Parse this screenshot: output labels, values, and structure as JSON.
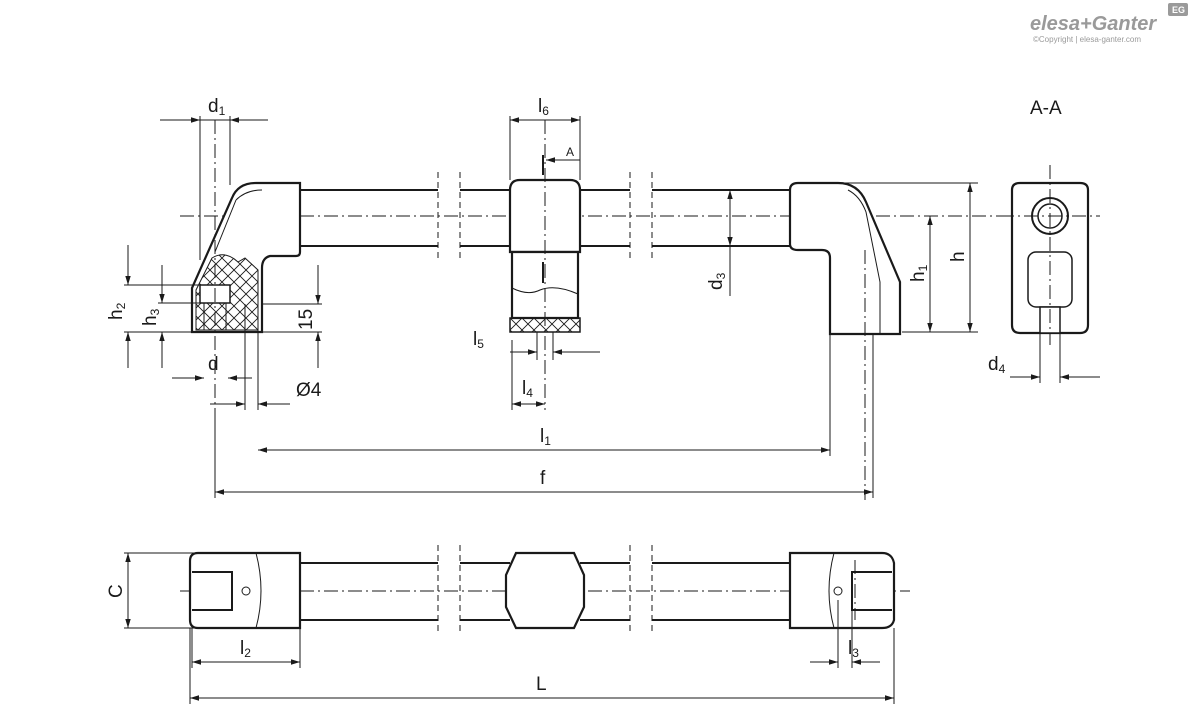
{
  "brand": {
    "name": "elesa+Ganter",
    "copyright": "©Copyright | elesa-ganter.com",
    "badge": "EG"
  },
  "section": {
    "title": "A-A",
    "cut_marker": "A"
  },
  "dimensions": {
    "d1": {
      "base": "d",
      "sub": "1"
    },
    "l6": {
      "base": "l",
      "sub": "6"
    },
    "h": {
      "base": "h",
      "sub": ""
    },
    "h1": {
      "base": "h",
      "sub": "1"
    },
    "h2": {
      "base": "h",
      "sub": "2"
    },
    "h3": {
      "base": "h",
      "sub": "3"
    },
    "d": {
      "base": "d",
      "sub": ""
    },
    "d3": {
      "base": "d",
      "sub": "3"
    },
    "d4": {
      "base": "d",
      "sub": "4"
    },
    "fifteen": "15",
    "phi4": "Ø4",
    "l5": {
      "base": "l",
      "sub": "5"
    },
    "l4": {
      "base": "l",
      "sub": "4"
    },
    "l1": {
      "base": "l",
      "sub": "1"
    },
    "f": {
      "base": "f",
      "sub": ""
    },
    "C": {
      "base": "C",
      "sub": ""
    },
    "l2": {
      "base": "l",
      "sub": "2"
    },
    "l3": {
      "base": "l",
      "sub": "3"
    },
    "L": {
      "base": "L",
      "sub": ""
    }
  }
}
